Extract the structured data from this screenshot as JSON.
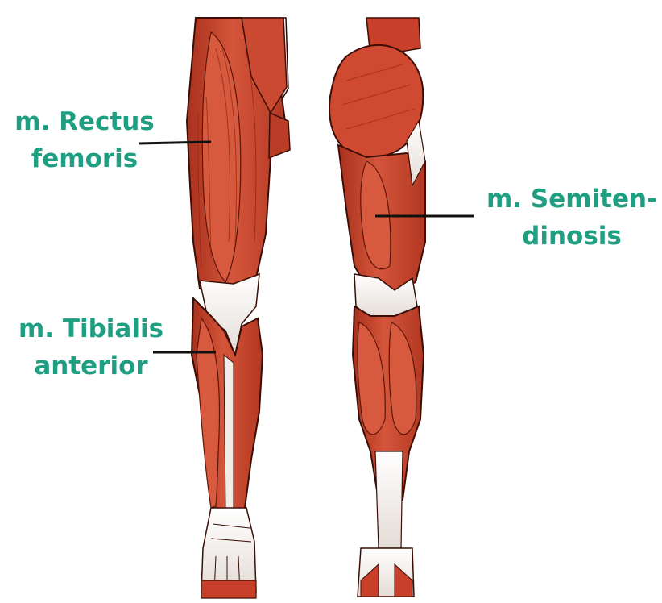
{
  "labels": {
    "rectus_femoris": {
      "line1": "m. Rectus",
      "line2": "femoris"
    },
    "tibialis_anterior": {
      "line1": "m. Tibialis",
      "line2": "anterior"
    },
    "semitendinosis": {
      "line1": "m. Semiten-",
      "line2": "dinosis"
    }
  },
  "colors": {
    "label_text": "#1f9e82",
    "muscle": "#c8402a",
    "muscle_dark": "#9e2414",
    "muscle_light": "#e06a50",
    "tendon": "#f4f1ee",
    "leader_line": "#111111"
  }
}
